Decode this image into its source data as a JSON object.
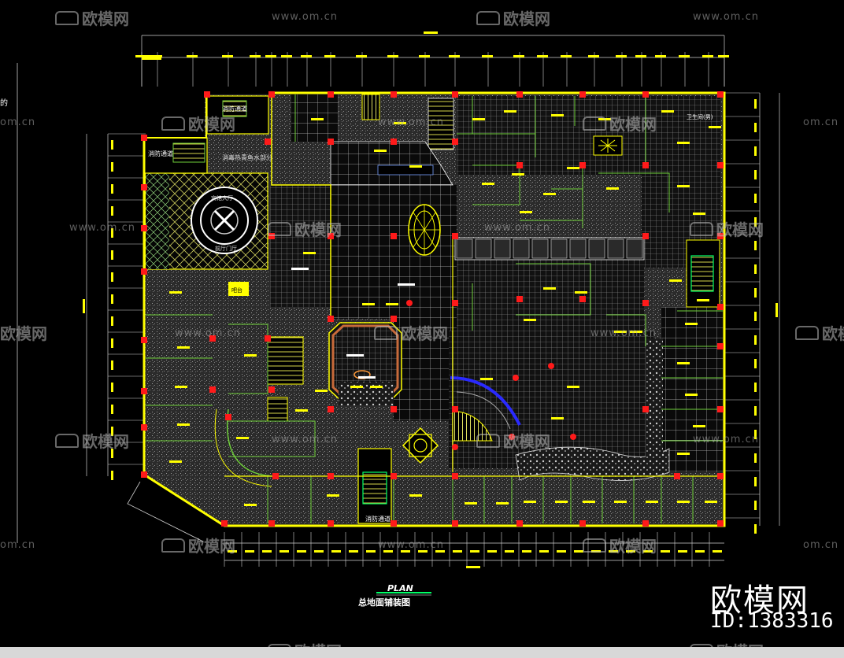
{
  "drawing": {
    "plan_label": "PLAN",
    "title": "总地面铺装图",
    "rooms": {
      "fire_exit_1": "消防通道",
      "fire_exit_2": "消防通道",
      "fire_exit_3": "消防通道",
      "lobby": "前厅门厅",
      "aquarium": "消毒热青鱼水部分",
      "round_hall": "宾馆大厅",
      "top_right": "卫生间(男)",
      "yellow_tag": "吧台"
    },
    "left_stub": "的"
  },
  "watermarks": {
    "brand": "欧模网",
    "url": "www.om.cn",
    "url_short": "om.cn"
  },
  "brand_mark": {
    "name": "欧模网",
    "id": "ID:1383316"
  },
  "colors": {
    "background": "#000000",
    "wall": "#ffff00",
    "column": "#ff0000",
    "partition": "#6fcf3a",
    "grid": "#ffffff",
    "dimension": "#ffffff",
    "stair": "#00ff66",
    "arc": "#2a2aff"
  }
}
